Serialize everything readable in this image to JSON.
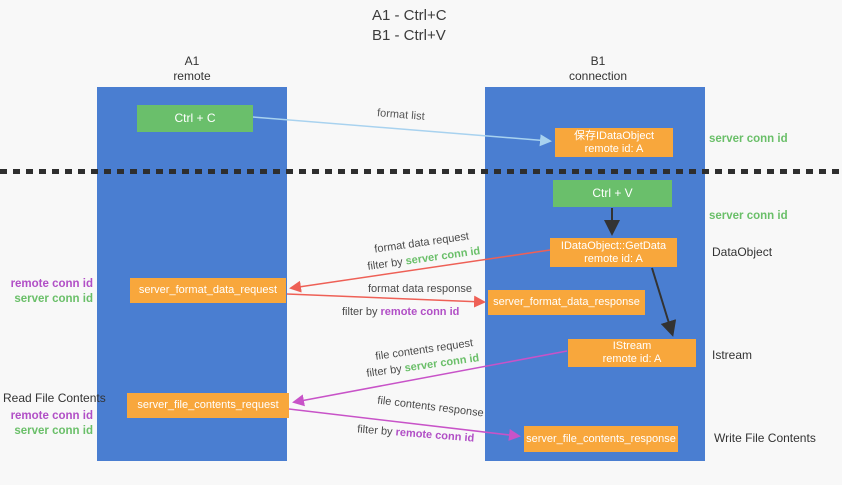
{
  "title": {
    "line1": "A1 - Ctrl+C",
    "line2": "B1 - Ctrl+V"
  },
  "columns": {
    "left": {
      "id": "A1",
      "subtitle": "remote"
    },
    "right": {
      "id": "B1",
      "subtitle": "connection"
    }
  },
  "nodes": {
    "ctrl_c": "Ctrl + C",
    "ctrl_v": "Ctrl + V",
    "save_dataobject": {
      "line1": "保存IDataObject",
      "line2": "remote id: A"
    },
    "getdata": {
      "line1": "IDataObject::GetData",
      "line2": "remote id: A"
    },
    "istream": {
      "line1": "IStream",
      "line2": "remote id: A"
    },
    "server_format_data_request": "server_format_data_request",
    "server_format_data_response": "server_format_data_response",
    "server_file_contents_request": "server_file_contents_request",
    "server_file_contents_response": "server_file_contents_response"
  },
  "labels": {
    "format_list": "format list",
    "format_data_request": "format data request",
    "format_data_response": "format data response",
    "file_contents_request": "file contents request",
    "file_contents_response": "file contents response",
    "filter_prefix": "filter by ",
    "server_conn_id": "server conn id",
    "remote_conn_id": "remote conn id",
    "dataobject_side": "DataObject",
    "istream_side": "Istream",
    "write_file_contents": "Write File Contents",
    "read_file_contents": "Read File Contents"
  },
  "colors": {
    "column_blue": "#4a7ed1",
    "node_green": "#6abf6b",
    "node_orange": "#f8a73c",
    "arrow_blue": "#a8d2ef",
    "arrow_red": "#ee6056",
    "arrow_magenta": "#c853c8",
    "arrow_black": "#333333",
    "text_green": "#6abf69",
    "text_purple": "#b14fc6",
    "background": "#f8f8f8"
  }
}
